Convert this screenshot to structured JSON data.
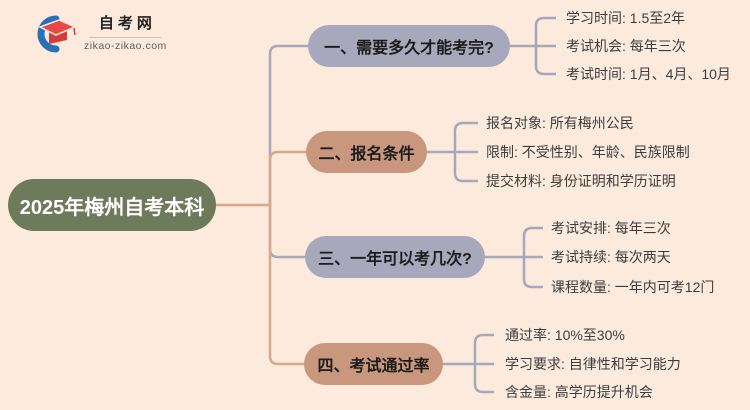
{
  "palette": {
    "background": "#fcebdc",
    "root_fill": "#6d7b5c",
    "root_text": "#ffffff",
    "branch_text": "#1c1c1c",
    "leaf_text": "#3d3d3d",
    "line_tan": "#d8a88c",
    "line_gray": "#a7a8bc",
    "logo_blue": "#2a70b8",
    "logo_red": "#e84747",
    "logo_red_dark": "#d23c3c",
    "site_name_color": "#222222",
    "site_url_color": "#5d5d5d"
  },
  "logo": {
    "site_name": "自考网",
    "site_url": "zikao-zikao.com",
    "icon": "graduation-cap-with-blue-crescent"
  },
  "mindmap": {
    "root": {
      "label": "2025年梅州自考本科"
    },
    "branches": [
      {
        "label": "一、需要多久才能考完?",
        "color": "#a7a8bb",
        "line_color": "#a7a8bc",
        "leaves": [
          "学习时间: 1.5至2年",
          "考试机会: 每年三次",
          "考试时间: 1月、4月、10月"
        ]
      },
      {
        "label": "二、报名条件",
        "color": "#c8977d",
        "line_color": "#d8a88c",
        "leaves": [
          "报名对象: 所有梅州公民",
          "限制: 不受性别、年龄、民族限制",
          "提交材料: 身份证明和学历证明"
        ]
      },
      {
        "label": "三、一年可以考几次?",
        "color": "#a7a8bb",
        "line_color": "#a7a8bc",
        "leaves": [
          "考试安排: 每年三次",
          "考试持续: 每次两天",
          "课程数量: 一年内可考12门"
        ]
      },
      {
        "label": "四、考试通过率",
        "color": "#c8977d",
        "line_color": "#d8a88c",
        "leaves": [
          "通过率: 10%至30%",
          "学习要求: 自律性和学习能力",
          "含金量: 高学历提升机会"
        ]
      }
    ]
  }
}
